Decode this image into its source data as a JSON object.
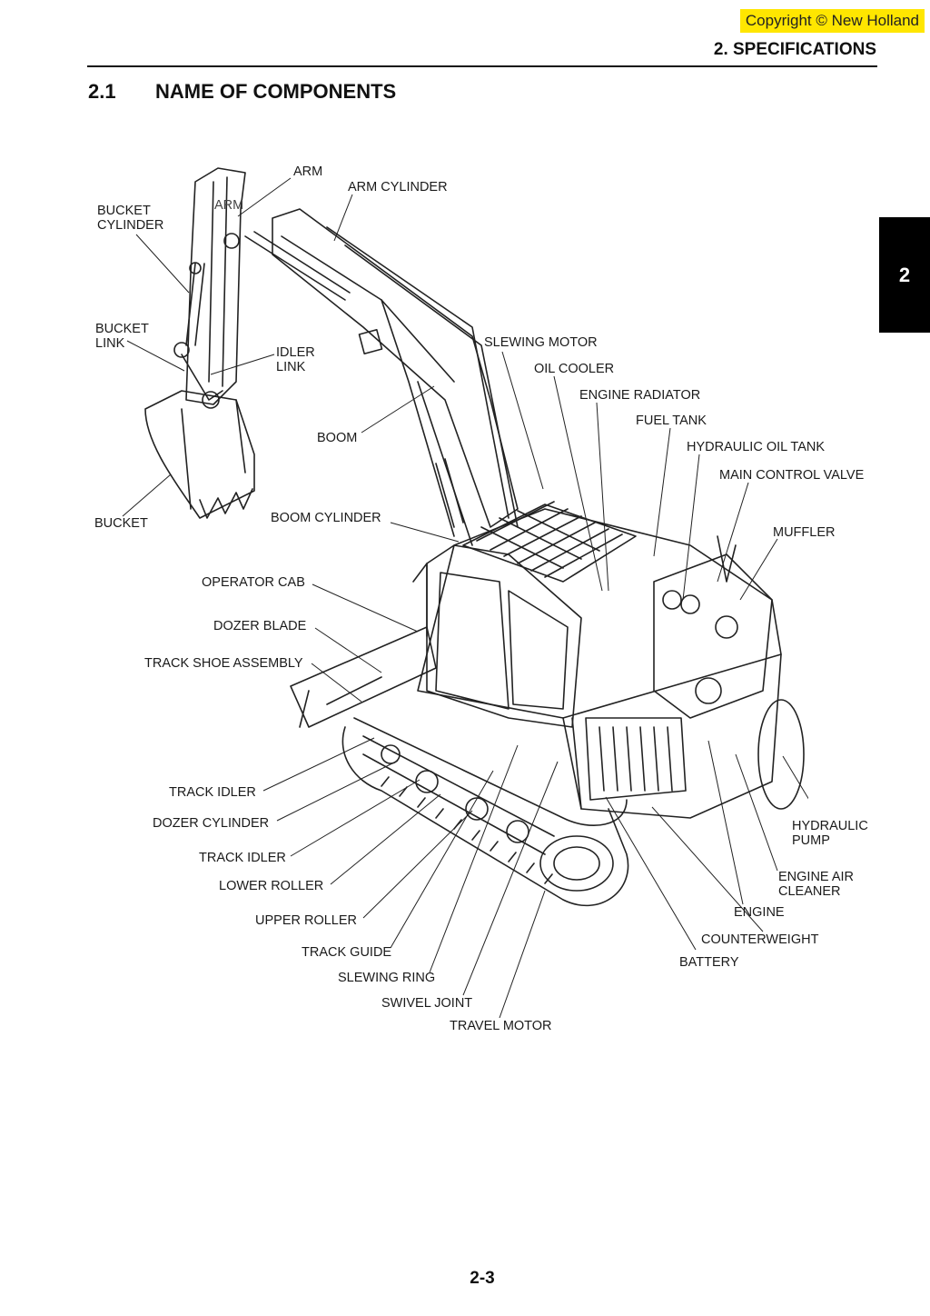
{
  "header": {
    "copyright": "Copyright © New Holland",
    "section": "2. SPECIFICATIONS",
    "chapter_tab": "2"
  },
  "heading": {
    "number": "2.1",
    "title": "NAME OF COMPONENTS"
  },
  "labels": {
    "arm": "ARM",
    "arm_cylinder": "ARM CYLINDER",
    "bucket_cylinder": "BUCKET\nCYLINDER",
    "bucket_link": "BUCKET\nLINK",
    "idler_link": "IDLER\nLINK",
    "boom": "BOOM",
    "bucket": "BUCKET",
    "boom_cylinder": "BOOM CYLINDER",
    "slewing_motor": "SLEWING MOTOR",
    "oil_cooler": "OIL COOLER",
    "engine_radiator": "ENGINE RADIATOR",
    "fuel_tank": "FUEL TANK",
    "hydraulic_oil_tank": "HYDRAULIC OIL TANK",
    "main_control_valve": "MAIN CONTROL VALVE",
    "muffler": "MUFFLER",
    "operator_cab": "OPERATOR CAB",
    "dozer_blade": "DOZER BLADE",
    "track_shoe_assembly": "TRACK SHOE ASSEMBLY",
    "track_idler_1": "TRACK IDLER",
    "dozer_cylinder": "DOZER CYLINDER",
    "track_idler_2": "TRACK IDLER",
    "lower_roller": "LOWER ROLLER",
    "upper_roller": "UPPER ROLLER",
    "track_guide": "TRACK GUIDE",
    "slewing_ring": "SLEWING RING",
    "swivel_joint": "SWIVEL JOINT",
    "travel_motor": "TRAVEL MOTOR",
    "hydraulic_pump": "HYDRAULIC\nPUMP",
    "engine_air_cleaner": "ENGINE AIR\nCLEANER",
    "engine": "ENGINE",
    "counterweight": "COUNTERWEIGHT",
    "battery": "BATTERY",
    "arm_inline": "ARM"
  },
  "footer": {
    "page_number": "2-3"
  }
}
